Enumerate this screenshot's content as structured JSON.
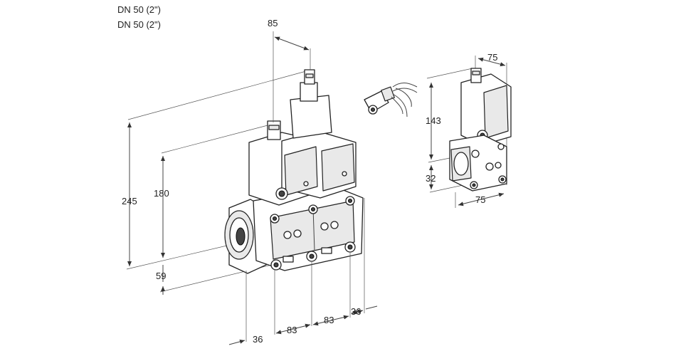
{
  "header": {
    "line1": "DN 50 (2\")",
    "line2": "DN 50 (2\")"
  },
  "dimensions": {
    "top_width": "85",
    "overall_height": "245",
    "body_height": "180",
    "flange_height": "59",
    "bottom_36_left": "36",
    "bottom_83_a": "83",
    "bottom_83_b": "83",
    "bottom_36_right": "36",
    "side_top_width": "75",
    "side_height": "143",
    "side_base": "32",
    "side_bottom_width": "75"
  }
}
